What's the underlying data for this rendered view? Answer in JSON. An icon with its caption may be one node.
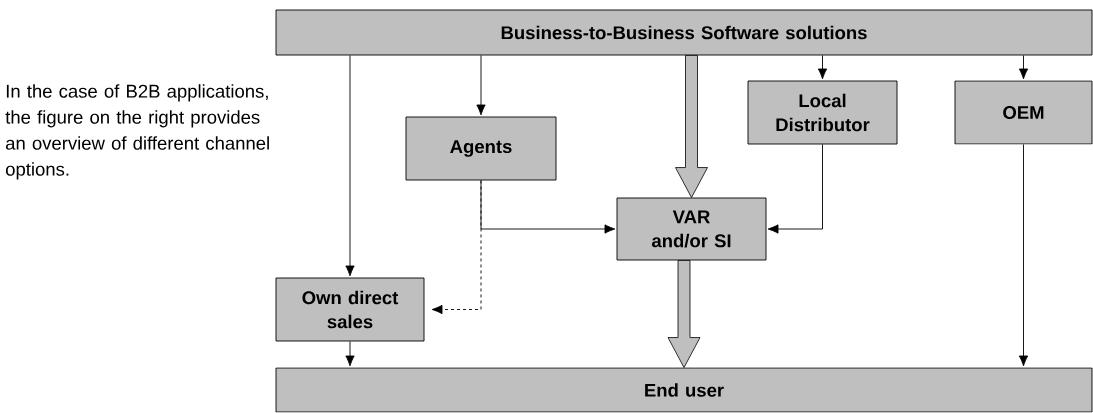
{
  "diagram": {
    "nodes": [
      {
        "text": [
          "Business-to-Business Software solutions"
        ]
      },
      {
        "text": [
          "Agents"
        ]
      },
      {
        "text": [
          "Local Distributor"
        ]
      },
      {
        "text": [
          "OEM"
        ]
      },
      {
        "text": [
          "VAR and/or SI"
        ]
      },
      {
        "text": [
          "Own direct sales"
        ]
      },
      {
        "text": [
          "End user"
        ]
      }
    ],
    "edges": [
      {
        "from": 0,
        "to": 5,
        "arrow": "to"
      },
      {
        "from": 0,
        "to": 1,
        "arrow": "to"
      },
      {
        "from": 0,
        "to": 4,
        "arrow": "to",
        "style": "thick"
      },
      {
        "from": 0,
        "to": 2,
        "arrow": "to"
      },
      {
        "from": 0,
        "to": 3,
        "arrow": "to"
      },
      {
        "from": 1,
        "to": 4,
        "arrow": "to"
      },
      {
        "from": 1,
        "to": 5,
        "arrow": "to",
        "style": "dashed"
      },
      {
        "from": 2,
        "to": 4,
        "arrow": "to"
      },
      {
        "from": 5,
        "to": 6,
        "arrow": "to"
      },
      {
        "from": 4,
        "to": 6,
        "arrow": "to",
        "style": "thick"
      },
      {
        "from": 3,
        "to": 6,
        "arrow": "to"
      }
    ],
    "labels": [
      "In the case of B2B applications, the figure on the right provides an overview of different channel options."
    ]
  }
}
